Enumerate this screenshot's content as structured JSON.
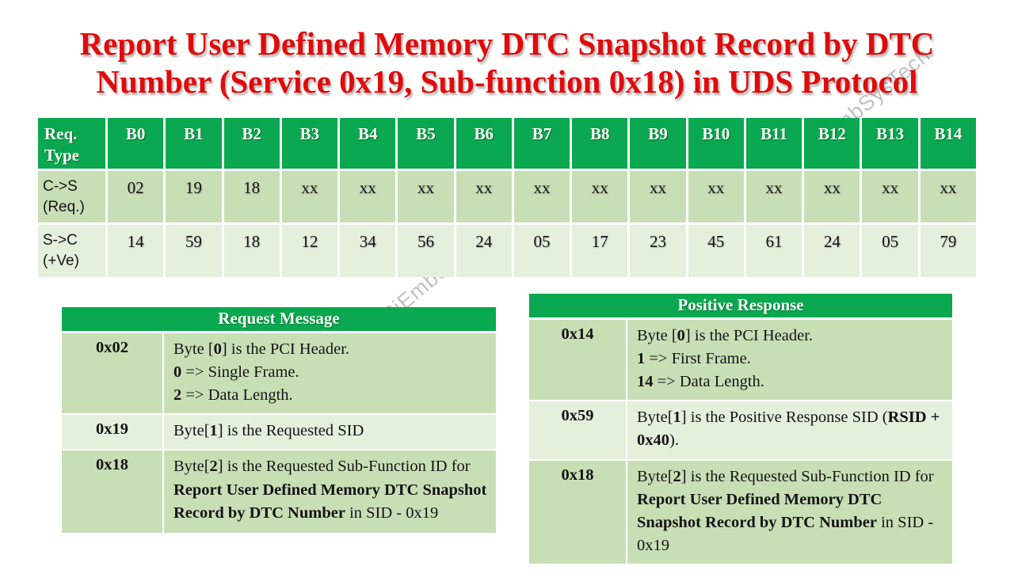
{
  "title": {
    "line1": "Report User Defined Memory DTC Snapshot Record by DTC",
    "line2": "Number (Service 0x19, Sub-function 0x18) in UDS Protocol"
  },
  "watermark": {
    "text": "RPiEmbSysTech"
  },
  "colors": {
    "header_green": "#0aa850",
    "row_dark_green": "#c8dfb6",
    "row_light_green": "#e4efdc",
    "title_red": "#e00b0b"
  },
  "byte_table": {
    "header": [
      "Req.\nType",
      "B0",
      "B1",
      "B2",
      "B3",
      "B4",
      "B5",
      "B6",
      "B7",
      "B8",
      "B9",
      "B10",
      "B11",
      "B12",
      "B13",
      "B14"
    ],
    "rows": [
      {
        "label": "C->S\n(Req.)",
        "values": [
          "02",
          "19",
          "18",
          "xx",
          "xx",
          "xx",
          "xx",
          "xx",
          "xx",
          "xx",
          "xx",
          "xx",
          "xx",
          "xx",
          "xx"
        ]
      },
      {
        "label": "S->C\n(+Ve)",
        "values": [
          "14",
          "59",
          "18",
          "12",
          "34",
          "56",
          "24",
          "05",
          "17",
          "23",
          "45",
          "61",
          "24",
          "05",
          "79"
        ]
      }
    ]
  },
  "request_table": {
    "title": "Request Message",
    "rows": [
      {
        "code": "0x02",
        "desc": [
          [
            {
              "t": "Byte [",
              "b": 0
            },
            {
              "t": "0",
              "b": 1
            },
            {
              "t": "] is the PCI Header.",
              "b": 0
            }
          ],
          [
            {
              "t": "0",
              "b": 1
            },
            {
              "t": " => Single Frame.",
              "b": 0
            }
          ],
          [
            {
              "t": "2",
              "b": 1
            },
            {
              "t": " => Data Length.",
              "b": 0
            }
          ]
        ]
      },
      {
        "code": "0x19",
        "desc": [
          [
            {
              "t": "Byte[",
              "b": 0
            },
            {
              "t": "1",
              "b": 1
            },
            {
              "t": "] is the Requested SID",
              "b": 0
            }
          ]
        ]
      },
      {
        "code": "0x18",
        "desc": [
          [
            {
              "t": "Byte[",
              "b": 0
            },
            {
              "t": "2",
              "b": 1
            },
            {
              "t": "] is the Requested Sub-Function ID for ",
              "b": 0
            },
            {
              "t": "Report User Defined Memory DTC Snapshot Record by DTC Number",
              "b": 1
            },
            {
              "t": " in SID - 0x19",
              "b": 0
            }
          ]
        ]
      }
    ]
  },
  "response_table": {
    "title": "Positive Response",
    "rows": [
      {
        "code": "0x14",
        "desc": [
          [
            {
              "t": "Byte [",
              "b": 0
            },
            {
              "t": "0",
              "b": 1
            },
            {
              "t": "] is the PCI Header.",
              "b": 0
            }
          ],
          [
            {
              "t": "1",
              "b": 1
            },
            {
              "t": " => First Frame.",
              "b": 0
            }
          ],
          [
            {
              "t": "14",
              "b": 1
            },
            {
              "t": " => Data Length.",
              "b": 0
            }
          ]
        ]
      },
      {
        "code": "0x59",
        "desc": [
          [
            {
              "t": "Byte[",
              "b": 0
            },
            {
              "t": "1",
              "b": 1
            },
            {
              "t": "] is the Positive Response SID (",
              "b": 0
            },
            {
              "t": "RSID + 0x40",
              "b": 1
            },
            {
              "t": ").",
              "b": 0
            }
          ]
        ]
      },
      {
        "code": "0x18",
        "desc": [
          [
            {
              "t": "Byte[",
              "b": 0
            },
            {
              "t": "2",
              "b": 1
            },
            {
              "t": "] is the Requested Sub-Function ID for ",
              "b": 0
            },
            {
              "t": "Report User Defined Memory DTC Snapshot Record by DTC Number",
              "b": 1
            },
            {
              "t": " in SID - 0x19",
              "b": 0
            }
          ]
        ]
      }
    ]
  }
}
